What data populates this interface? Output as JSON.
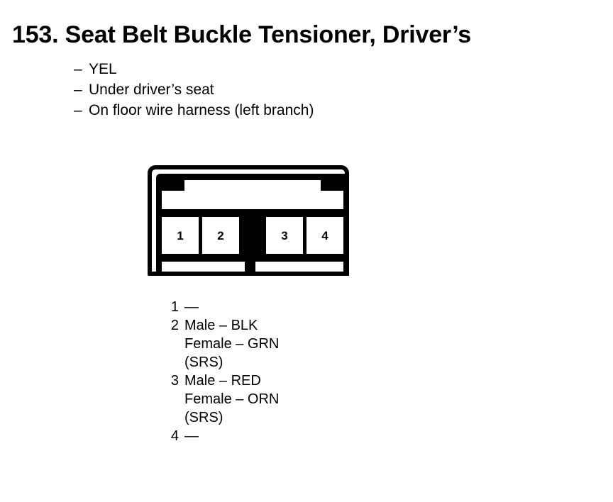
{
  "document": {
    "title": "153. Seat Belt Buckle Tensioner, Driver’s",
    "bullets": [
      {
        "dash": "–",
        "text": "YEL"
      },
      {
        "dash": "–",
        "text": "Under driver’s seat"
      },
      {
        "dash": "–",
        "text": "On floor wire harness (left branch)"
      }
    ]
  },
  "connector": {
    "cavities": [
      {
        "number": "1"
      },
      {
        "number": "2"
      },
      {
        "number": "3"
      },
      {
        "number": "4"
      }
    ]
  },
  "pin_legend": [
    {
      "number": "1",
      "lines": [
        "—"
      ]
    },
    {
      "number": "2",
      "lines": [
        "Male – BLK",
        "Female – GRN",
        "(SRS)"
      ]
    },
    {
      "number": "3",
      "lines": [
        "Male – RED",
        "Female – ORN",
        "(SRS)"
      ]
    },
    {
      "number": "4",
      "lines": [
        "—"
      ]
    }
  ],
  "colors": {
    "ink": "#000000",
    "page": "#ffffff"
  }
}
